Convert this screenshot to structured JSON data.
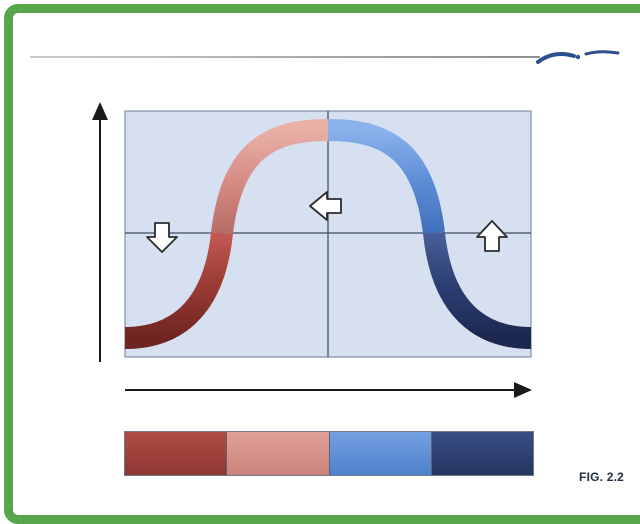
{
  "figure": {
    "label": "FIG. 2.2"
  },
  "colors": {
    "border_green": "#57a64a",
    "plot_background": "#d6e0f0",
    "segment_dark_red": "#a0423c",
    "segment_light_red": "#d89088",
    "segment_light_blue": "#5c8ed6",
    "segment_dark_blue": "#2c3f73"
  },
  "legend": {
    "swatches": [
      {
        "color": "#a2433d"
      },
      {
        "color": "#d6928a"
      },
      {
        "color": "#5f90d8"
      },
      {
        "color": "#2c3f73"
      }
    ]
  },
  "arrows": {
    "left_arrow": "down",
    "center_arrow": "left",
    "right_arrow": "up"
  },
  "icons": {
    "logo": "swoosh-logo-icon"
  }
}
